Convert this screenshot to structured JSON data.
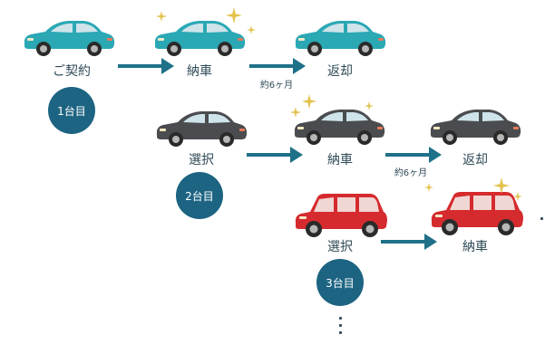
{
  "colors": {
    "teal_car": "#2aa8b4",
    "dark_car": "#4a4c4f",
    "red_car": "#d52b2e",
    "badge": "#1d6482",
    "arrow": "#1e7188",
    "sparkle": "#e3c24f",
    "text": "#2f4a57"
  },
  "row1": {
    "badge": "1台目",
    "step1": "ご契約",
    "step2": "納車",
    "step3": "返却",
    "interval": "約6ヶ月"
  },
  "row2": {
    "badge": "2台目",
    "step1": "選択",
    "step2": "納車",
    "step3": "返却",
    "interval": "約6ヶ月"
  },
  "row3": {
    "badge": "3台目",
    "step1": "選択",
    "step2": "納車"
  },
  "icons": [
    "sedan-car-icon",
    "suv-car-icon",
    "sparkle-icon",
    "right-arrow-icon",
    "vertical-ellipsis-icon"
  ]
}
